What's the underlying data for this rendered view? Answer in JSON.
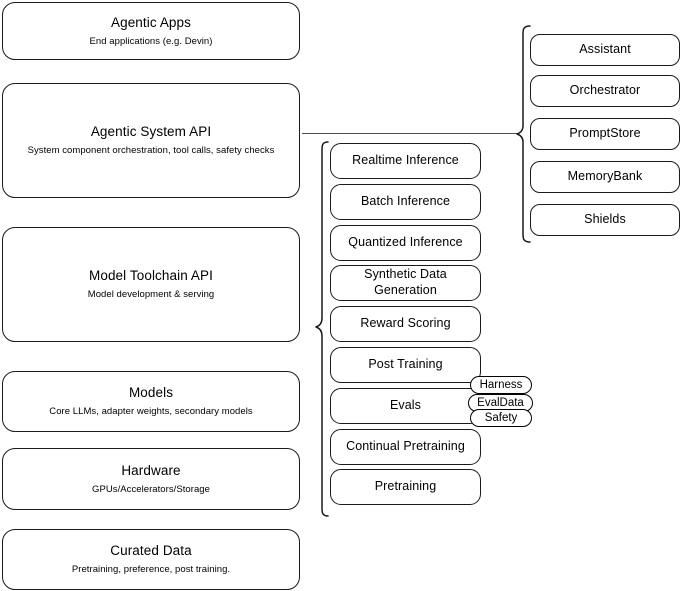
{
  "diagram": {
    "title": "AI Stack Architecture Diagram",
    "background_color": "#ffffff",
    "stroke_color": "#1a1a1a",
    "connector_color": "#4d4d4d"
  },
  "layers": [
    {
      "name": "agentic-apps",
      "title": "Agentic Apps",
      "subtitle": "End applications (e.g. Devin)"
    },
    {
      "name": "agentic-system-api",
      "title": "Agentic System API",
      "subtitle": "System component orchestration, tool calls, safety checks"
    },
    {
      "name": "model-toolchain-api",
      "title": "Model Toolchain API",
      "subtitle": "Model development & serving"
    },
    {
      "name": "models",
      "title": "Models",
      "subtitle": "Core LLMs, adapter weights, secondary models"
    },
    {
      "name": "hardware",
      "title": "Hardware",
      "subtitle": "GPUs/Accelerators/Storage"
    },
    {
      "name": "curated-data",
      "title": "Curated Data",
      "subtitle": "Pretraining, preference, post training."
    }
  ],
  "toolchain_capabilities": [
    {
      "name": "realtime-inference",
      "title": "Realtime Inference"
    },
    {
      "name": "batch-inference",
      "title": "Batch Inference"
    },
    {
      "name": "quantized-inference",
      "title": "Quantized Inference"
    },
    {
      "name": "synthetic-data-generation",
      "title": "Synthetic Data Generation"
    },
    {
      "name": "reward-scoring",
      "title": "Reward Scoring"
    },
    {
      "name": "post-training",
      "title": "Post Training"
    },
    {
      "name": "evals",
      "title": "Evals"
    },
    {
      "name": "continual-pretraining",
      "title": "Continual Pretraining"
    },
    {
      "name": "pretraining",
      "title": "Pretraining"
    }
  ],
  "eval_badges": [
    {
      "name": "harness",
      "title": "Harness"
    },
    {
      "name": "evaldata",
      "title": "EvalData"
    },
    {
      "name": "safety",
      "title": "Safety"
    }
  ],
  "agentic_components": [
    {
      "name": "assistant",
      "title": "Assistant"
    },
    {
      "name": "orchestrator",
      "title": "Orchestrator"
    },
    {
      "name": "promptstore",
      "title": "PromptStore"
    },
    {
      "name": "memorybank",
      "title": "MemoryBank"
    },
    {
      "name": "shields",
      "title": "Shields"
    }
  ]
}
